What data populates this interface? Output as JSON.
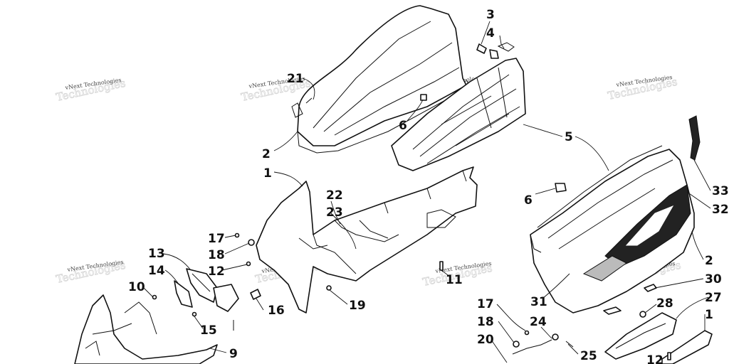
{
  "watermark": "vNext Technologies",
  "callouts": [
    "1",
    "2",
    "3",
    "4",
    "5",
    "6",
    "9",
    "10",
    "11",
    "12",
    "13",
    "14",
    "15",
    "16",
    "17",
    "18",
    "19",
    "20",
    "21",
    "22",
    "23",
    "24",
    "25",
    "27",
    "28",
    "30",
    "31",
    "32",
    "33"
  ]
}
